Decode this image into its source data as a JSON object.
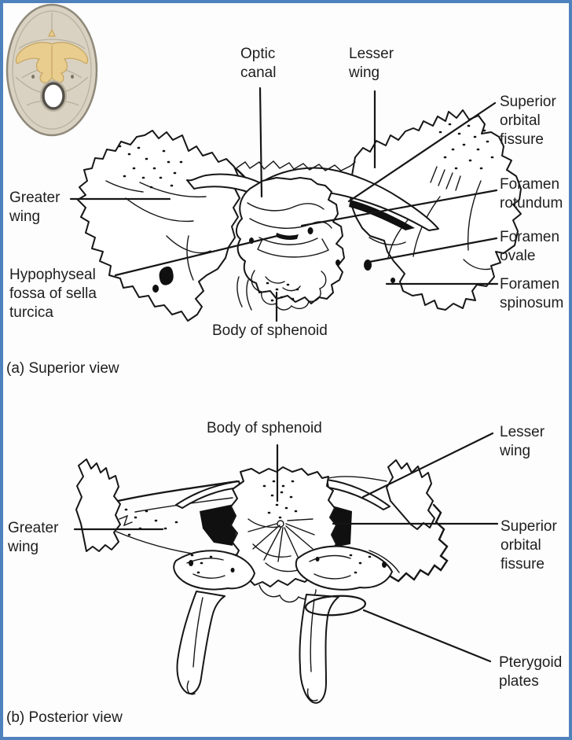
{
  "figure": {
    "subject": "Sphenoid bone diagram, two views",
    "border_color": "#4f81bd",
    "background_color": "#fdfdfd",
    "line_color": "#161616",
    "text_color": "#1e1e1e"
  },
  "inset": {
    "description": "skull base locator with sphenoid highlighted",
    "skull_fill": "#d9d1c1",
    "skull_outline": "#8f897a",
    "inner_line": "#b7b09d",
    "sphenoid_highlight_fill": "#e8cd8f",
    "sphenoid_highlight_outline": "#c7a55f",
    "foramen_fill": "#ffffff",
    "foramen_ring": "#55514a"
  },
  "panel_a": {
    "caption": "(a) Superior view",
    "labels": {
      "optic_canal": "Optic\ncanal",
      "lesser_wing": "Lesser\nwing",
      "superior_orbital_fissure": "Superior\norbital\nfissure",
      "foramen_rotundum": "Foramen\nrotundum",
      "foramen_ovale": "Foramen\novale",
      "foramen_spinosum": "Foramen\nspinosum",
      "greater_wing": "Greater\nwing",
      "hypophyseal_fossa": "Hypophyseal\nfossa of sella\nturcica",
      "body_of_sphenoid": "Body of sphenoid"
    }
  },
  "panel_b": {
    "caption": "(b) Posterior view",
    "labels": {
      "body_of_sphenoid": "Body of sphenoid",
      "lesser_wing": "Lesser\nwing",
      "greater_wing": "Greater\nwing",
      "superior_orbital_fissure": "Superior\norbital\nfissure",
      "pterygoid_plates": "Pterygoid\nplates"
    }
  }
}
